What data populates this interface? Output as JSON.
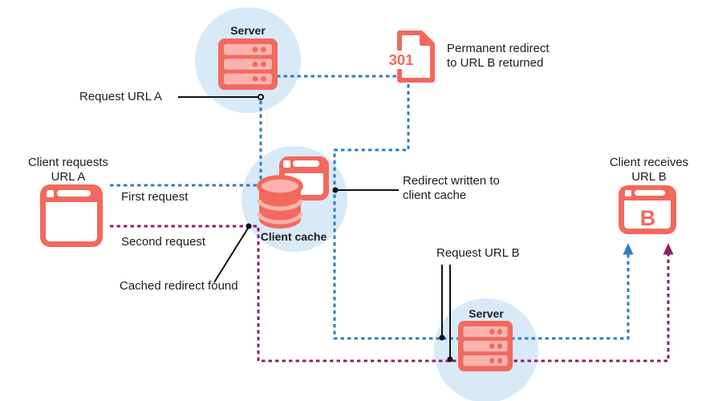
{
  "diagram": {
    "colors": {
      "red": "#f2695e",
      "lightred": "#f9b3ac",
      "circle": "#d8e9f8",
      "blue": "#2e7dc2",
      "purple": "#8e2063",
      "ink": "#1d1d1b"
    },
    "nodes": {
      "server_top": {
        "label": "Server"
      },
      "server_bottom": {
        "label": "Server"
      },
      "client_cache": {
        "label": "Client cache"
      },
      "doc_301": {
        "badge": "301"
      },
      "client_request": {
        "line1": "Client requests",
        "line2": "URL A"
      },
      "client_receive": {
        "line1": "Client receives",
        "line2": "URL B",
        "letter": "B"
      }
    },
    "labels": {
      "request_url_a": "Request URL A",
      "permanent_redirect_1": "Permanent redirect",
      "permanent_redirect_2": "to URL B returned",
      "first_request": "First request",
      "second_request": "Second request",
      "redirect_written_1": "Redirect written to",
      "redirect_written_2": "client cache",
      "cached_redirect": "Cached redirect found",
      "request_url_b": "Request URL B"
    }
  }
}
